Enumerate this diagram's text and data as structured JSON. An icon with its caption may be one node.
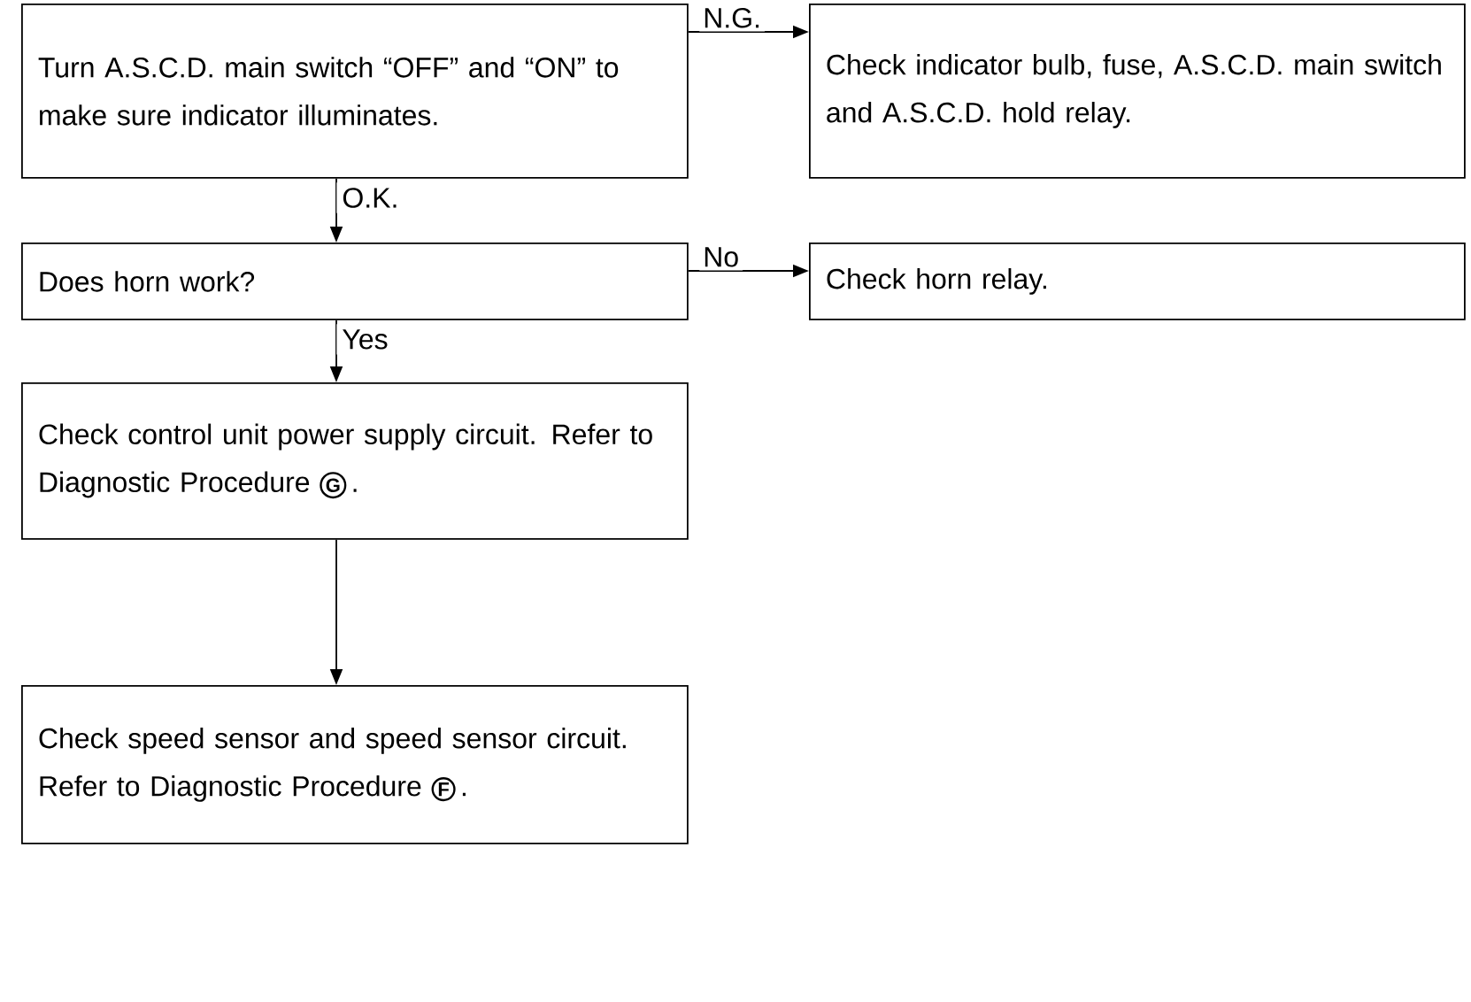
{
  "diagram": {
    "nodes": [
      {
        "text": [
          "Turn A.S.C.D. main switch “OFF” and “ON” to make sure indicator illuminates."
        ]
      },
      {
        "text": [
          "Check indicator bulb, fuse, A.S.C.D. main switch and A.S.C.D. hold relay."
        ]
      },
      {
        "text": [
          "Does horn work?"
        ]
      },
      {
        "text": [
          "Check horn relay."
        ]
      },
      {
        "text": [
          "Check control unit power supply circuit. Refer to Diagnostic Procedure",
          "G",
          "."
        ]
      },
      {
        "text": [
          "Check speed sensor and speed sensor circuit. Refer to Diagnostic Procedure",
          "F",
          "."
        ]
      }
    ],
    "edges": [
      {
        "from": 0,
        "to": 1,
        "arrow": "to",
        "label": "N.G."
      },
      {
        "from": 0,
        "to": 2,
        "arrow": "to",
        "label": "O.K."
      },
      {
        "from": 2,
        "to": 3,
        "arrow": "to",
        "label": "No"
      },
      {
        "from": 2,
        "to": 4,
        "arrow": "to",
        "label": "Yes"
      },
      {
        "from": 4,
        "to": 5,
        "arrow": "to"
      }
    ]
  }
}
